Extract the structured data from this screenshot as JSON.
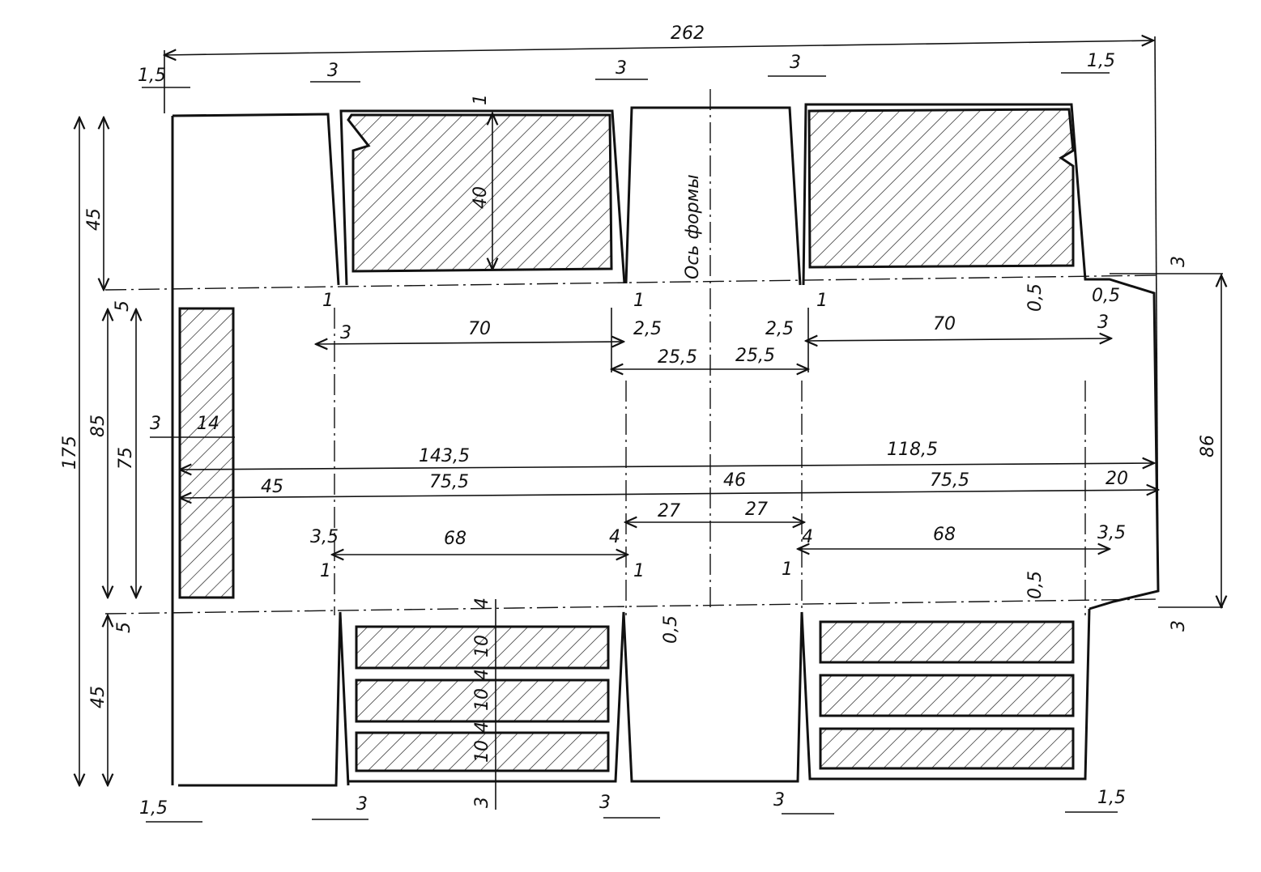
{
  "axis_label": "Ось формы",
  "dims": {
    "total_width": "262",
    "left_gap_top": "1,5",
    "gap_a_top": "3",
    "gap_b_top": "3",
    "gap_c_top": "3",
    "right_gap_top": "1,5",
    "pocket_depth": "1",
    "top_block_height": "40",
    "top_left_height": "45",
    "total_height": "175",
    "mid_height": "85",
    "inner_height": "75",
    "bottom_left_height": "45",
    "mid_offset_top": "5",
    "mid_offset_bottom": "5",
    "side_gap": "3",
    "side_width": "14",
    "gap_1_a": "1",
    "gap_3_a": "3",
    "width_70_left": "70",
    "gap_1_b": "1",
    "gap_25_b": "2,5",
    "half_255_left": "25,5",
    "half_255_right": "25,5",
    "gap_25_c": "2,5",
    "gap_1_c": "1",
    "width_70_right": "70",
    "gap_3_d": "3",
    "gap_05_top": "0,5",
    "gap_05_top2": "0,5",
    "right_top_3": "3",
    "right_height": "86",
    "right_bottom_3": "3",
    "len_1435": "143,5",
    "len_1185": "118,5",
    "len_45": "45",
    "len_755_left": "75,5",
    "len_46": "46",
    "len_755_right": "75,5",
    "len_20": "20",
    "half_27_left": "27",
    "half_27_right": "27",
    "gap_35_left": "3,5",
    "width_68_left": "68",
    "gap_4_left": "4",
    "gap_4_right": "4",
    "width_68_right": "68",
    "gap_35_right": "3,5",
    "gap_1_d": "1",
    "gap_1_e": "1",
    "gap_1_f": "1",
    "gap_05_bottom_left": "0,5",
    "gap_05_bottom_right": "0,5",
    "stack_4_a": "4",
    "stack_10_a": "10",
    "stack_4_b": "4",
    "stack_10_b": "10",
    "stack_4_c": "4",
    "stack_10_c": "10",
    "stack_3": "3",
    "bottom_15_left": "1,5",
    "bottom_3_a": "3",
    "bottom_3_b": "3",
    "bottom_3_c": "3",
    "bottom_15_right": "1,5"
  }
}
